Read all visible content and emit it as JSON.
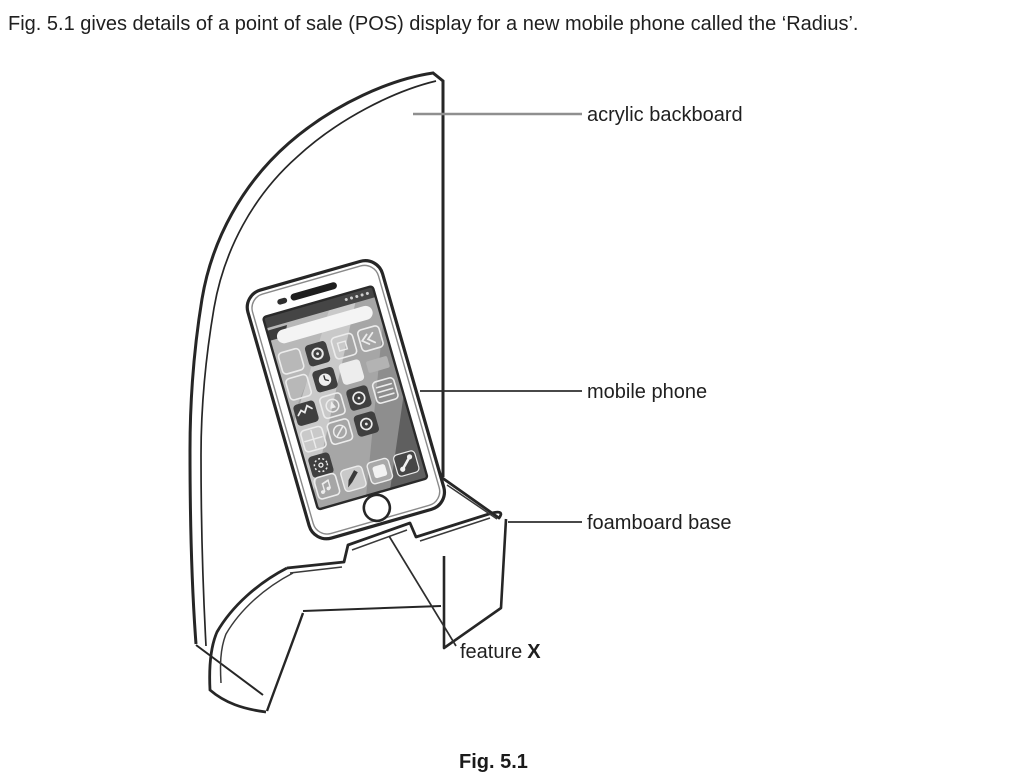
{
  "page": {
    "intro_text": "Fig. 5.1 gives details of a point of sale (POS) display for a new mobile phone called the ‘Radius’."
  },
  "figure": {
    "caption": "Fig. 5.1",
    "labels": {
      "backboard": "acrylic backboard",
      "phone": "mobile phone",
      "base": "foamboard base",
      "feature_prefix": "feature",
      "feature_name": "X"
    },
    "colors": {
      "line": "#262626",
      "leader_dark": "#2e2e2e",
      "leader_gray": "#8f8f8f",
      "screen_base": "#a6a6a6",
      "screen_highlight": "#c9c9c9",
      "screen_mid": "#8e8e8e",
      "screen_shadow": "#5f5f5f",
      "status_bar": "#454545",
      "icon_dark": "#3f3f3f",
      "icon_light": "#ececec"
    }
  }
}
